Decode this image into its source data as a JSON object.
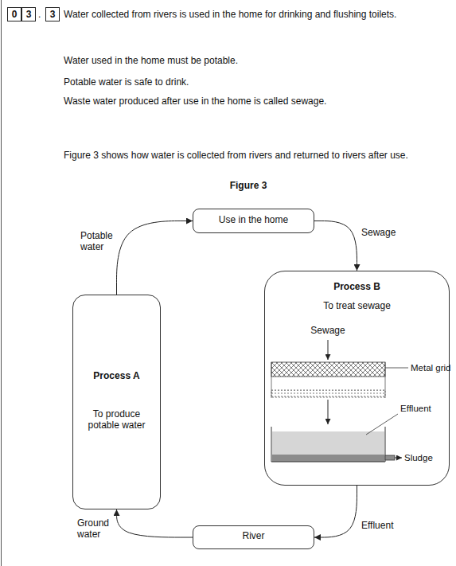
{
  "diagram": {
    "title": "Figure 3",
    "nodes": [
      {
        "text": [
          "Use in the home"
        ]
      },
      {
        "text": [
          "Process B",
          "To treat sewage"
        ]
      },
      {
        "text": [
          "Process A",
          "To produce potable water"
        ]
      },
      {
        "text": [
          "River"
        ]
      }
    ],
    "edges": [
      {
        "from": 2,
        "to": 0,
        "arrow": "to",
        "label": "Potable water"
      },
      {
        "from": 0,
        "to": 1,
        "arrow": "to",
        "label": "Sewage"
      },
      {
        "from": 1,
        "to": 3,
        "arrow": "to",
        "label": "Effluent"
      },
      {
        "from": 3,
        "to": 2,
        "arrow": "to",
        "label": "Ground water"
      }
    ],
    "labels": [
      "0",
      "3",
      ".",
      "3",
      "Water collected from rivers is used in the home for drinking and flushing toilets.",
      "Water used in the home must be potable.",
      "Potable water is safe to drink.",
      "Waste water produced after use in the home is called sewage.",
      "Figure 3 shows how water is collected from rivers and returned to rivers after use.",
      "Sewage",
      "Metal grid",
      "Effluent",
      "Sludge"
    ]
  }
}
